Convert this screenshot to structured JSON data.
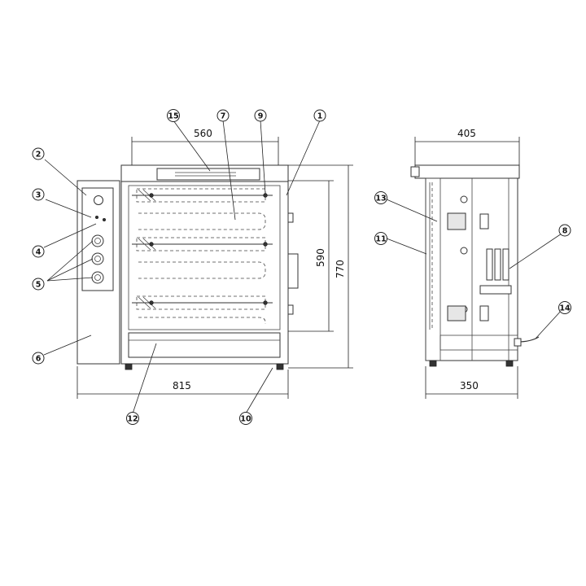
{
  "dimensions": {
    "front_inner_width": "560",
    "front_height_inner": "590",
    "front_height_total": "770",
    "front_total_width": "815",
    "side_top_width": "405",
    "side_bottom_width": "350"
  },
  "callouts": [
    "1",
    "2",
    "3",
    "4",
    "5",
    "6",
    "7",
    "8",
    "9",
    "10",
    "11",
    "12",
    "13",
    "14",
    "15"
  ],
  "colors": {
    "line": "#333333",
    "background": "#ffffff"
  }
}
